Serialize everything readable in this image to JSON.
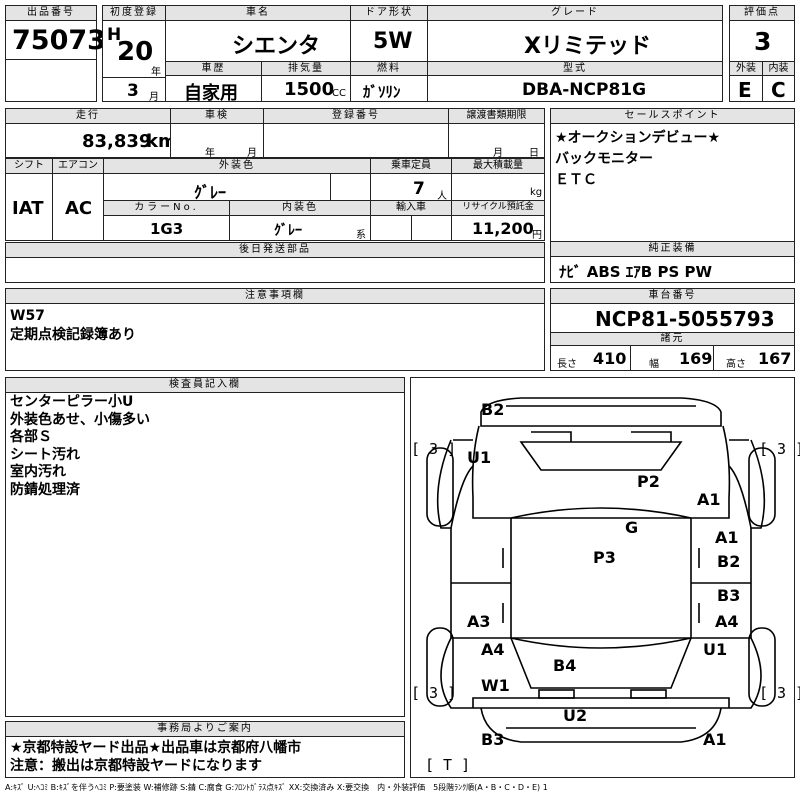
{
  "header": {
    "lot_no_label": "出品番号",
    "lot_no": "75073",
    "first_reg_label": "初度登録",
    "era": "H",
    "year": "20",
    "year_unit": "年",
    "month": "3",
    "month_unit": "月",
    "car_name_label": "車名",
    "car_name": "シエンタ",
    "door_label": "ドア形状",
    "door": "5W",
    "grade_label": "グレード",
    "grade": "Xリミテッド",
    "score_label": "評価点",
    "score": "3",
    "history_label": "車歴",
    "history": "自家用",
    "disp_label": "排気量",
    "disp": "1500",
    "disp_unit": "CC",
    "fuel_label": "燃料",
    "fuel": "ｶﾞｿﾘﾝ",
    "model_label": "型式",
    "model": "DBA-NCP81G",
    "ext_label": "外装",
    "int_label": "内装",
    "ext_grade": "E",
    "int_grade": "C"
  },
  "info": {
    "mileage_label": "走行",
    "mileage": "83,839",
    "mileage_unit": "km",
    "inspection_label": "車検",
    "insp_year": "年",
    "insp_month": "月",
    "reg_no_label": "登録番号",
    "transfer_label": "譲渡書類期限",
    "transfer_month": "月",
    "transfer_day": "日",
    "shift_label": "シフト",
    "shift": "IAT",
    "ac_label": "エアコン",
    "ac": "AC",
    "color_label": "外装色",
    "color": "ｸﾞﾚｰ",
    "seats_label": "乗車定員",
    "seats": "7",
    "seats_unit": "人",
    "load_label": "最大積載量",
    "load_unit": "kg",
    "color_no_label": "カラーNo.",
    "color_no": "1G3",
    "int_color_label": "内装色",
    "int_color": "ｸﾞﾚｰ",
    "int_color_unit": "系",
    "import_label": "輸入車",
    "recycle_label": "リサイクル預託金",
    "recycle": "11,200",
    "recycle_unit": "円",
    "later_parts_label": "後日発送部品"
  },
  "sales": {
    "label": "セールスポイント",
    "lines": [
      "★オークションデビュー★",
      "バックモニター",
      "ＥＴＣ"
    ],
    "equip_label": "純正装備",
    "equip": "ﾅﾋﾞ ABS ｴｱB PS PW"
  },
  "notes": {
    "label": "注意事項欄",
    "lines": [
      "W57",
      "定期点検記録簿あり"
    ]
  },
  "chassis": {
    "label": "車台番号",
    "value": "NCP81-5055793",
    "spec_label": "諸元",
    "len_label": "長さ",
    "len": "410",
    "width_label": "幅",
    "width": "169",
    "height_label": "高さ",
    "height": "167"
  },
  "inspector": {
    "label": "検査員記入欄",
    "lines": [
      "センターピラー小U",
      "外装色あせ、小傷多い",
      "各部Ｓ",
      "シート汚れ",
      "室内汚れ",
      "防錆処理済"
    ]
  },
  "office": {
    "label": "事務局よりご案内",
    "lines": [
      "★京都特設ヤード出品★出品車は京都府八幡市",
      "注意：搬出は京都特設ヤードになります"
    ]
  },
  "legend": "A:ｷｽﾞ U:ﾍｺﾐ B:ｷｽﾞを伴うﾍｺﾐ P:要塗装 W:補修跡 S:錆 C:腐食 G:ﾌﾛﾝﾄｶﾞﾗｽ点ｷｽﾞ XX:交換済み X:要交換　内・外装評価　5段階ﾗﾝｸ順(A・B・C・D・E) 1",
  "diagram": {
    "tire_brackets": [
      "[ 3 ]",
      "[ 3 ]",
      "[ 3 ]",
      "[ 3 ]",
      "[ T ]"
    ],
    "damage": [
      "B2",
      "U1",
      "P2",
      "A1",
      "G",
      "A1",
      "B2",
      "P3",
      "B3",
      "A3",
      "A4",
      "A4",
      "U1",
      "W1",
      "B4",
      "U2",
      "B3",
      "A1"
    ]
  }
}
